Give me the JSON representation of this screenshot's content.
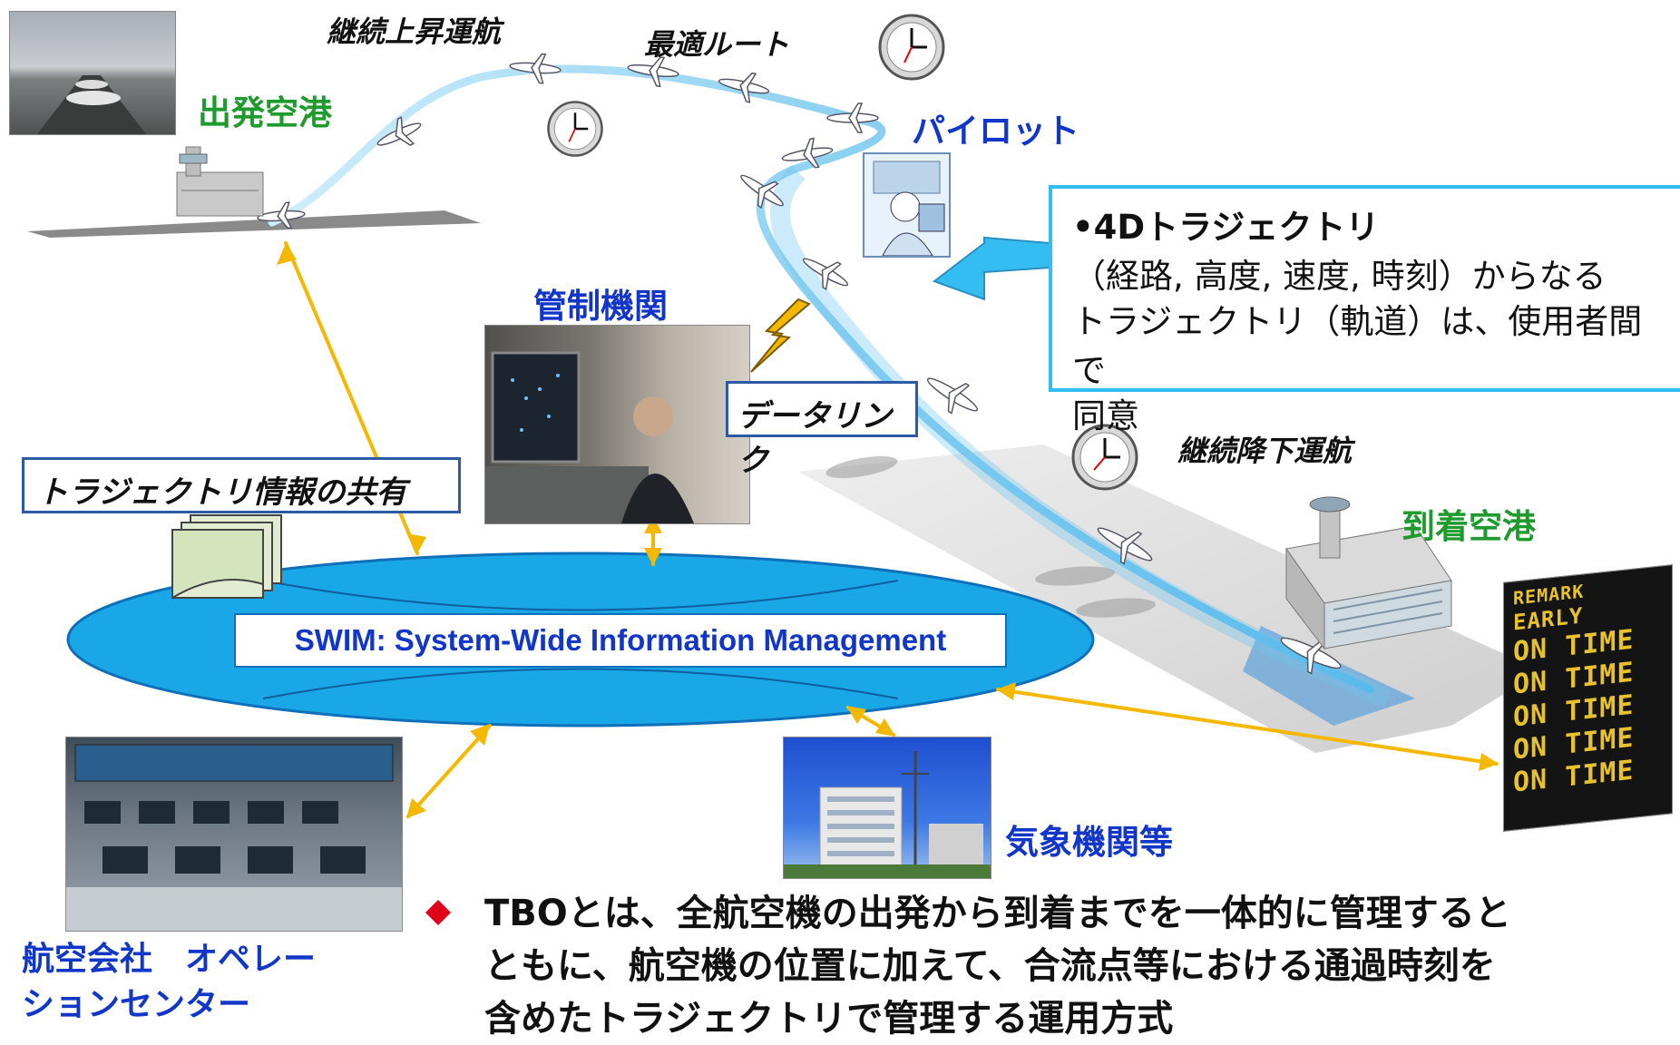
{
  "labels": {
    "dep_airport": "出発空港",
    "arr_airport": "到着空港",
    "pilot": "パイロット",
    "atc": "管制機関",
    "met": "気象機関等",
    "airline_line1": "航空会社　オペレー",
    "airline_line2": "ションセンター"
  },
  "flight_phases": {
    "climb": "継続上昇運航",
    "optimal": "最適ルート",
    "descent": "継続降下運航"
  },
  "datalink": "データリンク",
  "trajectory_sharing": "トラジェクトリ情報の共有",
  "swim": "SWIM: System-Wide Information Management",
  "callout": {
    "title": "•4Dトラジェクトリ",
    "line1": "（経路, 高度, 速度, 時刻）からなる",
    "line2": "トラジェクトリ（軌道）は、使用者間で",
    "line3": "同意"
  },
  "board_rows": [
    "REMARK",
    "EARLY",
    "ON TIME",
    "ON TIME",
    "ON TIME",
    "ON TIME",
    "ON TIME"
  ],
  "footer": {
    "line1": "TBOとは、全航空機の出発から到着までを一体的に管理すると",
    "line2": "ともに、航空機の位置に加えて、合流点等における通過時刻を",
    "line3": "含めたトラジェクトリで管理する運用方式"
  },
  "colors": {
    "flight_path": "#8cd4f0",
    "swim_fill": "#1aa7e8",
    "exchange_arrow": "#f5b800",
    "callout_border": "#33bdf0",
    "bullet": "#e0001a"
  }
}
